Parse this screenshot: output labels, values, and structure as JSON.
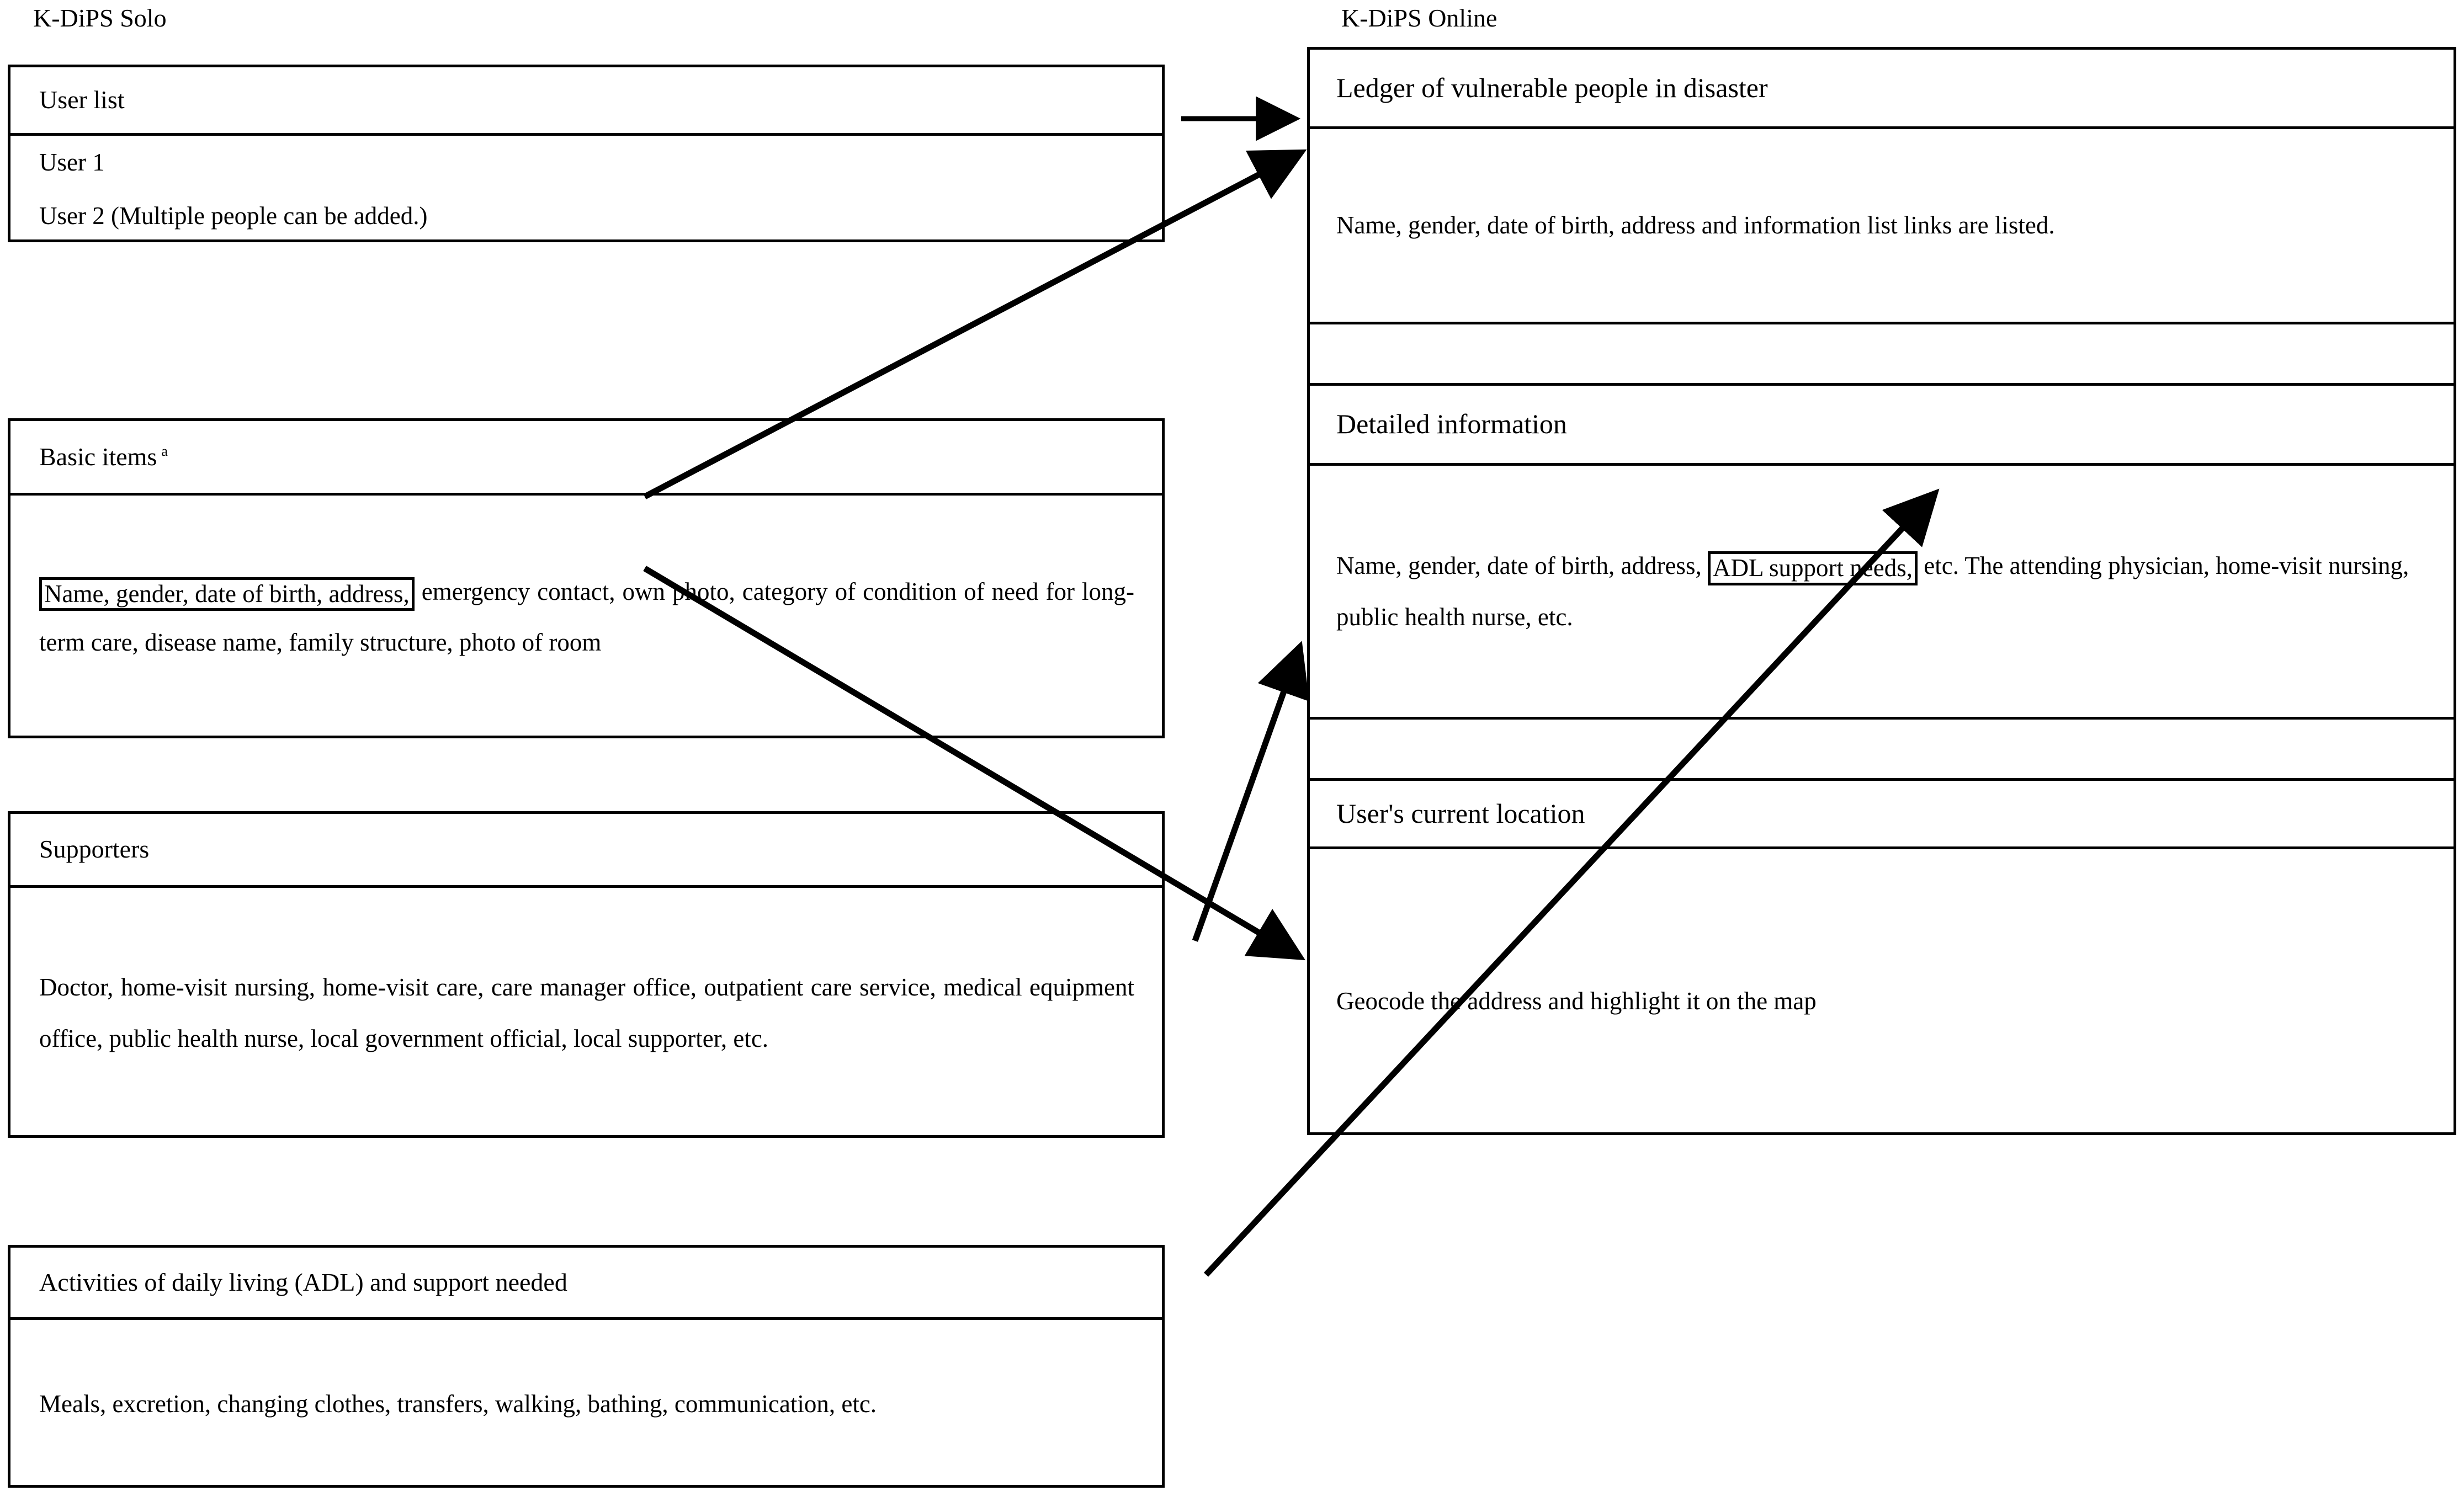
{
  "headers": {
    "left": "K-DiPS Solo",
    "right": "K-DiPS Online"
  },
  "left_column": {
    "tables": [
      {
        "id": "user-list",
        "title": "User list",
        "lines": [
          "User 1",
          "User 2 (Multiple people can be added.)"
        ]
      },
      {
        "id": "basic-items",
        "title": "Basic items",
        "title_footnote": "a",
        "highlight": "Name, gender, date of birth, address,",
        "body": " emergency contact, own photo, category of condition of need for long-term care, disease name, family structure, photo of room"
      },
      {
        "id": "supporters",
        "title": "Supporters",
        "body": "Doctor, home-visit nursing, home-visit care, care manager office, outpatient care service, medical equipment office, public health nurse, local government official, local supporter, etc."
      },
      {
        "id": "adl",
        "title": "Activities of daily living (ADL) and support needed",
        "body": "Meals, excretion, changing clothes, transfers, walking, bathing, communication, etc."
      }
    ]
  },
  "right_column": {
    "rows": [
      {
        "id": "ledger-title",
        "text": "Ledger of vulnerable people in disaster"
      },
      {
        "id": "ledger-body",
        "text": "Name, gender, date of birth, address and information list links are listed."
      },
      {
        "id": "spacer-1",
        "text": ""
      },
      {
        "id": "detailed-title",
        "text": "Detailed information"
      },
      {
        "id": "detailed-body-pre",
        "text": "Name, gender, date of birth, address, "
      },
      {
        "id": "detailed-highlight",
        "text": "ADL support needs,"
      },
      {
        "id": "detailed-body-post",
        "text": " etc. The attending physician, home-visit nursing, public health nurse, etc."
      },
      {
        "id": "spacer-2",
        "text": ""
      },
      {
        "id": "location-title",
        "text": "User's current location"
      },
      {
        "id": "location-body",
        "text": "Geocode the address and highlight it on the map"
      }
    ]
  },
  "arrows": [
    {
      "id": "user-list-to-ledger",
      "kind": "straight-horizontal"
    },
    {
      "id": "basic-items-to-ledger",
      "kind": "diagonal-up-right"
    },
    {
      "id": "basic-items-to-geocode",
      "kind": "diagonal-down-right"
    },
    {
      "id": "supporters-to-detailed",
      "kind": "short-diagonal-up-right"
    },
    {
      "id": "adl-to-detailed-information",
      "kind": "long-diagonal-up-right"
    }
  ],
  "colors": {
    "ink": "#000000",
    "paper": "#ffffff"
  }
}
